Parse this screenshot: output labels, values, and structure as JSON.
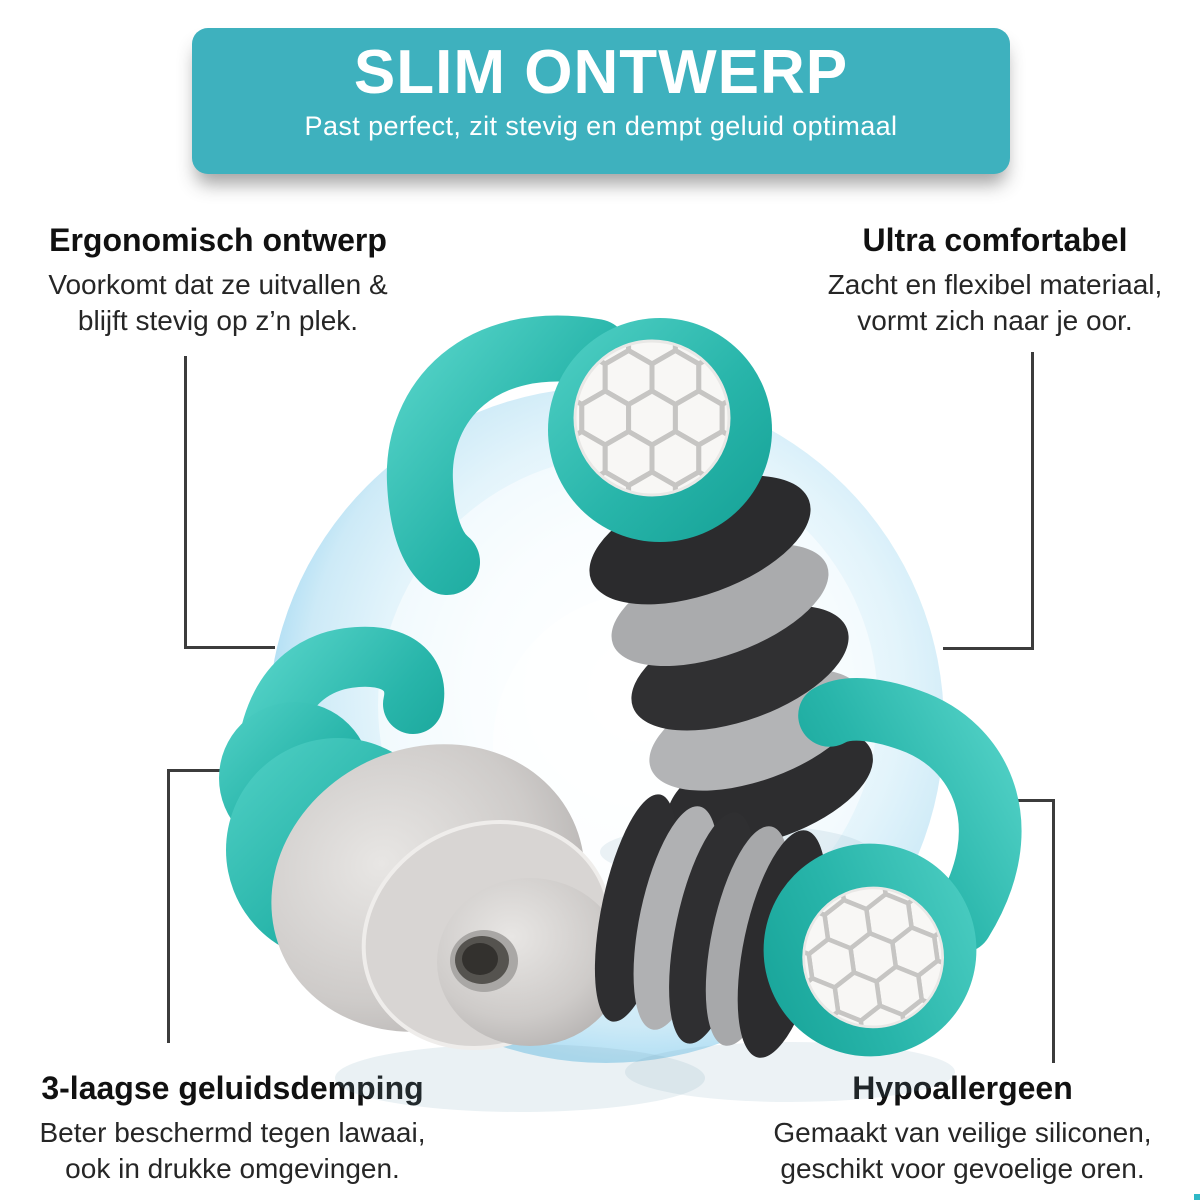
{
  "banner": {
    "title": "SLIM ONTWERP",
    "subtitle": "Past perfect, zit stevig en dempt geluid optimaal"
  },
  "features": [
    {
      "title": "Ergonomisch ontwerp",
      "lines": [
        "Voorkomt dat ze uitvallen &",
        "blijft stevig op z’n plek."
      ]
    },
    {
      "title": "Ultra comfortabel",
      "lines": [
        "Zacht en flexibel materiaal,",
        "vormt zich naar je oor."
      ]
    },
    {
      "title": "3-laagse geluidsdemping",
      "lines": [
        "Beter beschermd tegen lawaai,",
        "ook in drukke omgevingen."
      ]
    },
    {
      "title": "Hypoallergeen",
      "lines": [
        "Gemaakt van veilige siliconen,",
        "geschikt voor gevoelige oren."
      ]
    }
  ],
  "colors": {
    "banner_teal": "#3eb1be",
    "product_teal": "#28b5aa",
    "disc_dark": "#2e2e30",
    "disc_gray": "#adaeb0",
    "tip_gray": "#cecbc9",
    "circle_blue": "#bfe4f6",
    "callout_line": "#3c3c3c",
    "heading_text": "#111111",
    "body_text": "#262626"
  }
}
